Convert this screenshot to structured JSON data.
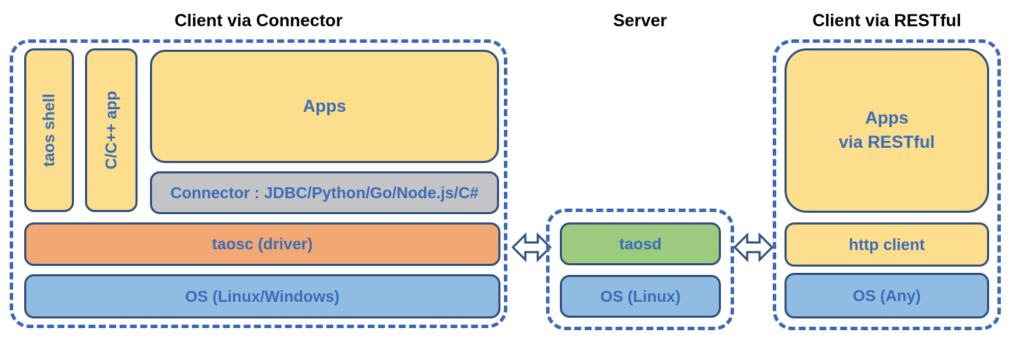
{
  "colors": {
    "yellow": "#FCDE8C",
    "orange": "#F2A873",
    "blue": "#91BCE2",
    "green": "#9CCB80",
    "gray": "#C4C4C6",
    "box-border": "#2E4E7E",
    "dash-border": "#3B67B6",
    "label-blue": "#3A6CB8",
    "title-black": "#000000"
  },
  "sections": {
    "client_connector": {
      "title": "Client via Connector",
      "taos_shell": "taos shell",
      "cpp_app": "C/C++ app",
      "apps": "Apps",
      "connector": "Connector : JDBC/Python/Go/Node.js/C#",
      "taosc": "taosc (driver)",
      "os": "OS (Linux/Windows)"
    },
    "server": {
      "title": "Server",
      "taosd": "taosd",
      "os": "OS (Linux)"
    },
    "client_restful": {
      "title": "Client via RESTful",
      "apps": "Apps\nvia RESTful",
      "http_client": "http client",
      "os": "OS (Any)"
    }
  }
}
